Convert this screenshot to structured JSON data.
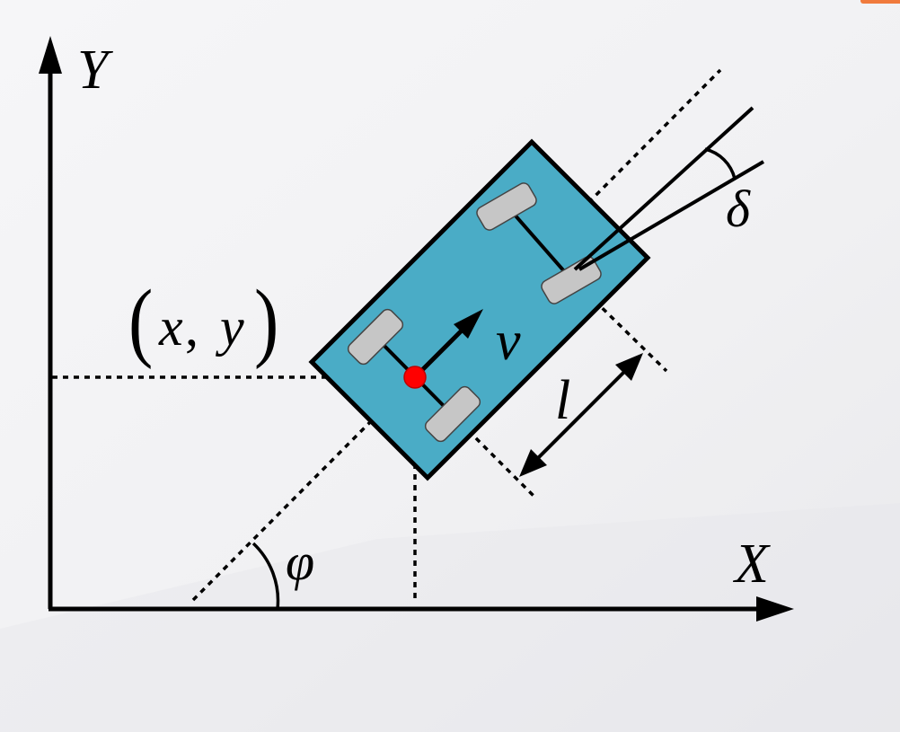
{
  "diagram": {
    "axis_labels": {
      "x": "X",
      "y": "Y"
    },
    "position_label": {
      "x": "x",
      "comma": ",",
      "y": "y"
    },
    "velocity_label": "v",
    "wheelbase_label": "l",
    "heading_angle_label": "φ",
    "steering_angle_label": "δ"
  },
  "colors": {
    "car_body": "#4aacc6",
    "wheels": "#c6c6c6",
    "reference_point": "#ff0000",
    "lines": "#000000",
    "background_corner_accent": "#f07a3c"
  }
}
